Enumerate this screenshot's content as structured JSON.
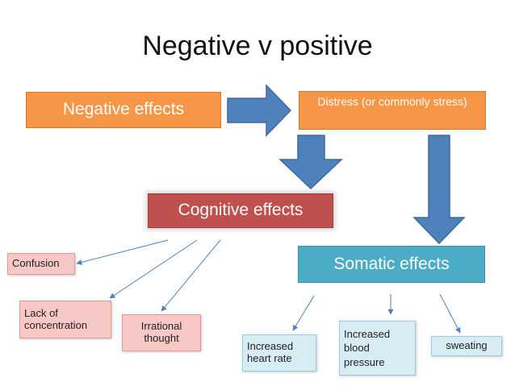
{
  "title": "Negative v positive",
  "nodes": {
    "negative_effects": "Negative effects",
    "distress": "Distress (or commonly stress)",
    "cognitive_effects": "Cognitive effects",
    "somatic_effects": "Somatic effects",
    "confusion": "Confusion",
    "lack_of_concentration": "Lack of concentration",
    "irrational_thought": "Irrational thought",
    "increased_heart_rate": "Increased heart rate",
    "increased_blood_pressure": "Increased blood pressure",
    "sweating": "sweating"
  },
  "colors": {
    "orange": "#f79646",
    "red": "#c0504d",
    "teal": "#4bacc6",
    "pink": "#f8c8c7",
    "light_blue": "#d7ecf3",
    "block_arrow": "#4f81bd",
    "connector": "#4f81bd"
  }
}
